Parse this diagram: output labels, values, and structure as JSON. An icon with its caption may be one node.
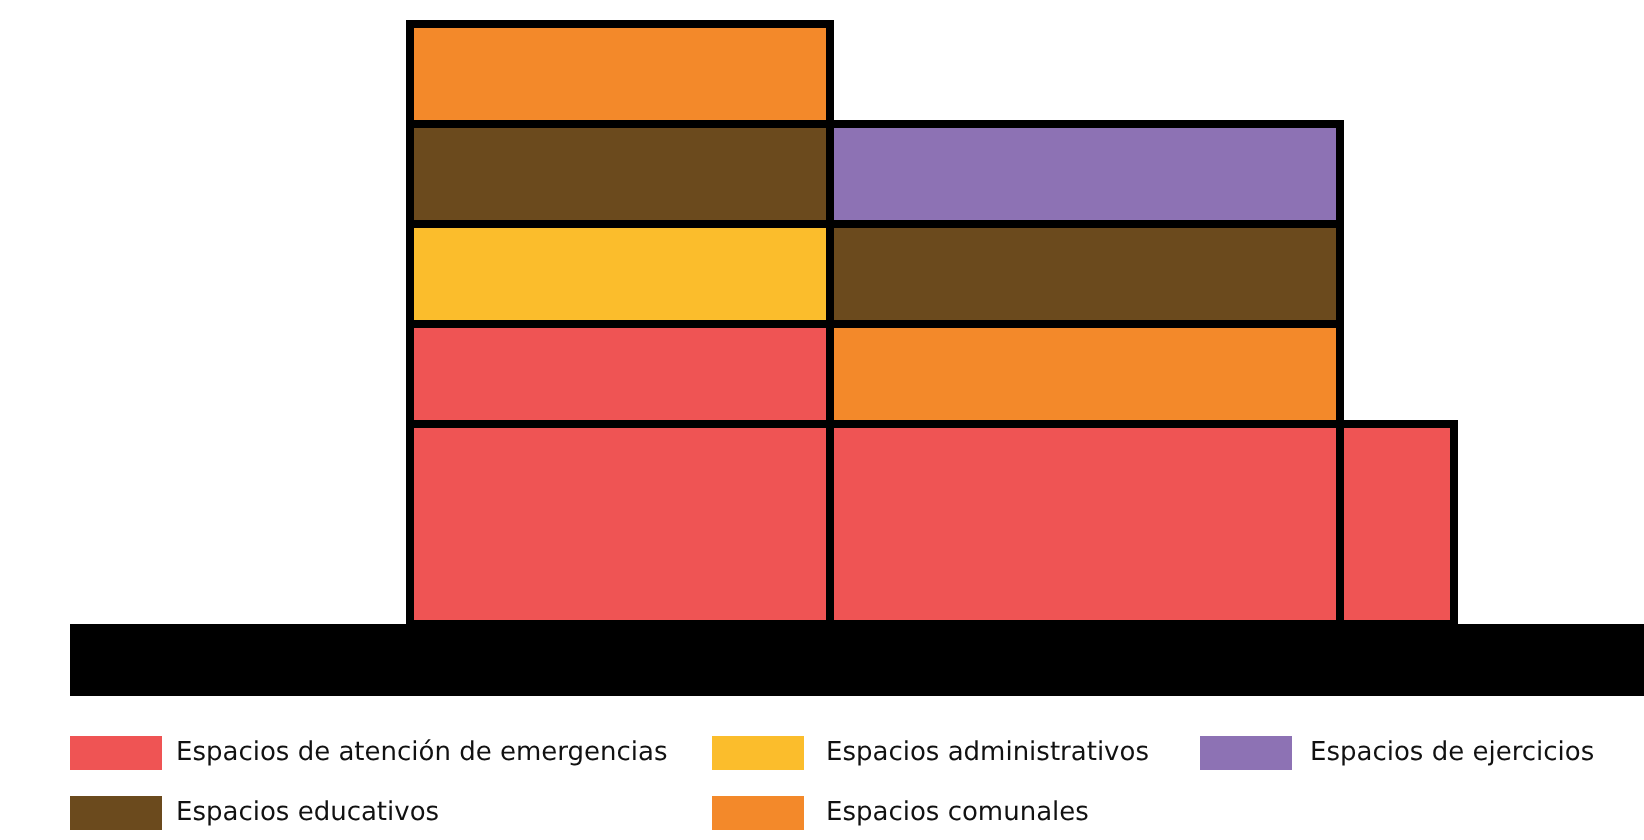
{
  "diagram": {
    "legend": [
      {
        "text": "Espacios de atención de emergencias",
        "color": "#ef5454"
      },
      {
        "text": "Espacios administrativos",
        "color": "#fbbd2c"
      },
      {
        "text": "Espacios de ejercicios",
        "color": "#8d72b4"
      },
      {
        "text": "Espacios educativos",
        "color": "#6b4a1d"
      },
      {
        "text": "Espacios comunales",
        "color": "#f3892a"
      }
    ]
  }
}
